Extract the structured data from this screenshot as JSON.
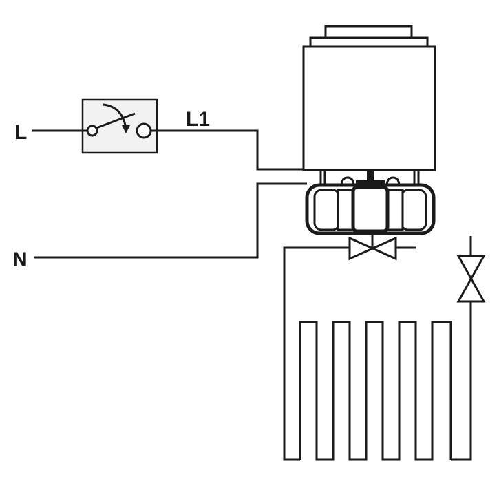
{
  "labels": {
    "live": "L",
    "switched_live": "L1",
    "neutral": "N"
  },
  "colors": {
    "line": "#1a1a1a",
    "background": "#ffffff",
    "switch_box_fill": "#f2f2f2"
  },
  "components": {
    "switch": "switch-icon",
    "actuator": "thermal-actuator-icon",
    "valve_adapter": "valve-adapter-icon",
    "supply_valve": "valve-icon",
    "return_valve": "valve-icon",
    "heating_loop": "underfloor-heating-loop-icon"
  },
  "heating_loop": {
    "pipe_runs": 6
  }
}
